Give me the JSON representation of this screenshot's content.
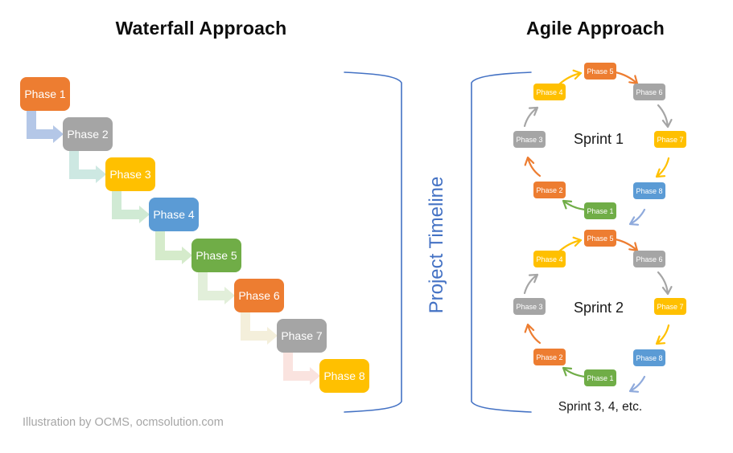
{
  "waterfall": {
    "title": "Waterfall Approach",
    "phases": [
      {
        "label": "Phase 1",
        "color": "#ED7D31"
      },
      {
        "label": "Phase 2",
        "color": "#A5A5A5"
      },
      {
        "label": "Phase 3",
        "color": "#FFC000"
      },
      {
        "label": "Phase 4",
        "color": "#5B9BD5"
      },
      {
        "label": "Phase 5",
        "color": "#70AD47"
      },
      {
        "label": "Phase 6",
        "color": "#ED7D31"
      },
      {
        "label": "Phase 7",
        "color": "#A5A5A5"
      },
      {
        "label": "Phase 8",
        "color": "#FFC000"
      }
    ],
    "arrow_colors": [
      "#B4C7E7",
      "#CDE8E2",
      "#D0EAD4",
      "#D5EBCB",
      "#E2EFDA",
      "#F4EFDB",
      "#FAE3DF"
    ]
  },
  "timeline": {
    "label": "Project Timeline",
    "color": "#4472C4"
  },
  "agile": {
    "title": "Agile Approach",
    "cycle_phases": [
      {
        "label": "Phase 5",
        "color": "#ED7D31"
      },
      {
        "label": "Phase 6",
        "color": "#A5A5A5"
      },
      {
        "label": "Phase 7",
        "color": "#FFC000"
      },
      {
        "label": "Phase 8",
        "color": "#5B9BD5"
      },
      {
        "label": "Phase 1",
        "color": "#70AD47"
      },
      {
        "label": "Phase 2",
        "color": "#ED7D31"
      },
      {
        "label": "Phase 3",
        "color": "#A5A5A5"
      },
      {
        "label": "Phase 4",
        "color": "#FFC000"
      }
    ],
    "arrows": [
      {
        "name": "phase4-to-phase5",
        "color": "#FFC000"
      },
      {
        "name": "phase5-to-phase6",
        "color": "#ED7D31"
      },
      {
        "name": "phase6-to-phase7",
        "color": "#A5A5A5"
      },
      {
        "name": "phase7-to-phase8",
        "color": "#FFC000"
      },
      {
        "name": "phase8-to-next",
        "color": "#8FAADC"
      },
      {
        "name": "phase1-to-phase2",
        "color": "#70AD47"
      },
      {
        "name": "phase2-to-phase3",
        "color": "#ED7D31"
      },
      {
        "name": "phase3-to-phase4",
        "color": "#A5A5A5"
      }
    ],
    "sprints": [
      {
        "label": "Sprint 1"
      },
      {
        "label": "Sprint 2"
      }
    ],
    "footer": "Sprint 3, 4, etc."
  },
  "credit": "Illustration by OCMS, ocmsolution.com"
}
